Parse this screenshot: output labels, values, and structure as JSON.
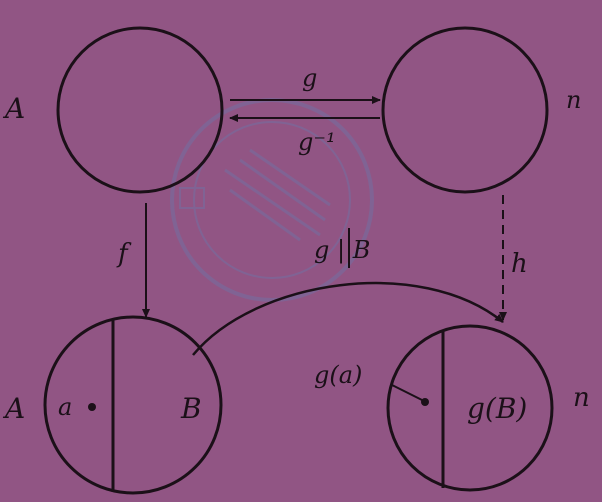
{
  "diagram": {
    "colors": {
      "background": "#915584",
      "ink": "#1b1018",
      "stamp": "#6c76a8"
    },
    "labels": {
      "set_A_top": "A",
      "set_n_top": "n",
      "map_g": "g",
      "map_g_inverse": "g⁻¹",
      "map_f": "f",
      "map_h": "h",
      "restriction": "g | B",
      "set_A_bottom": "A",
      "point_a": "a",
      "subset_B": "B",
      "point_ga": "g(a)",
      "image_gB": "g(B)",
      "set_n_bottom": "n"
    }
  }
}
